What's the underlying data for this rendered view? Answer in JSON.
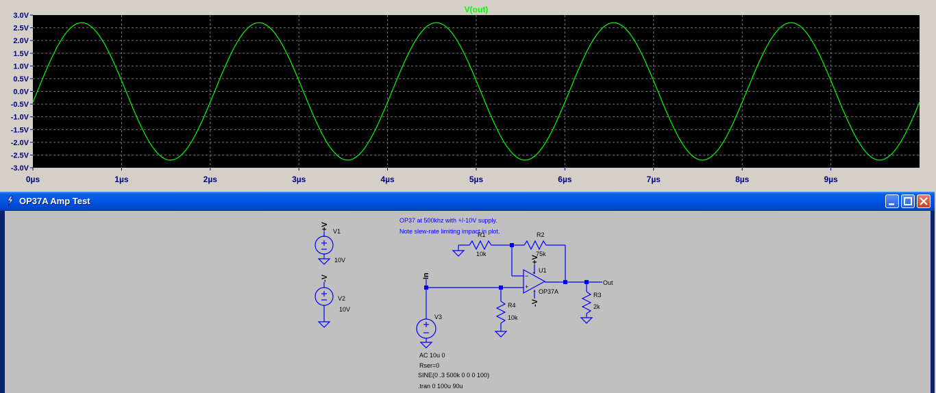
{
  "plot": {
    "trace_label": "V(out)",
    "background": "#000000",
    "trace_color": "#00ff00",
    "grid_color": "#777777",
    "axis_text_color": "#000080"
  },
  "chart_data": {
    "type": "line",
    "title": "V(out)",
    "xlabel": "",
    "ylabel": "",
    "xlim": [
      0,
      10
    ],
    "ylim": [
      -3.0,
      3.0
    ],
    "x_ticks": [
      "0µs",
      "1µs",
      "2µs",
      "3µs",
      "4µs",
      "5µs",
      "6µs",
      "7µs",
      "8µs",
      "9µs"
    ],
    "y_ticks": [
      "3.0V",
      "2.5V",
      "2.0V",
      "1.5V",
      "1.0V",
      "0.5V",
      "0.0V",
      "-0.5V",
      "-1.0V",
      "-1.5V",
      "-2.0V",
      "-2.5V",
      "-3.0V"
    ],
    "grid": true,
    "series": [
      {
        "name": "V(out)",
        "function": "sine",
        "amplitude": 2.7,
        "offset": 0.0,
        "period_us": 2.0,
        "peak_at_us": 0.55,
        "x_start": 0,
        "x_end": 10
      }
    ]
  },
  "window": {
    "title": "OP37A Amp Test",
    "title_color": "#0055e5"
  },
  "schematic": {
    "wire_color": "#0000ff",
    "comment_line1": "OP37 at 500khz with +/-10V supply.",
    "comment_line2": "Note slew-rate limiting impact in plot.",
    "v1": {
      "name": "V1",
      "value": "10V",
      "net": "+V"
    },
    "v2": {
      "name": "V2",
      "value": "10V",
      "net": "-V"
    },
    "v3": {
      "name": "V3",
      "line1": "AC 10u 0",
      "line2": "Rser=0",
      "line3": "SINE(0 .3 500k 0 0 0 100)"
    },
    "directive": ".tran 0 100u 90u",
    "r1": {
      "name": "R1",
      "value": "10k"
    },
    "r2": {
      "name": "R2",
      "value": "75k"
    },
    "r3": {
      "name": "R3",
      "value": "2k"
    },
    "r4": {
      "name": "R4",
      "value": "10k"
    },
    "u1": {
      "name": "U1",
      "model": "OP37A",
      "vplus": "+V",
      "vminus": "-V"
    },
    "net_in": "In",
    "net_out": "Out"
  }
}
